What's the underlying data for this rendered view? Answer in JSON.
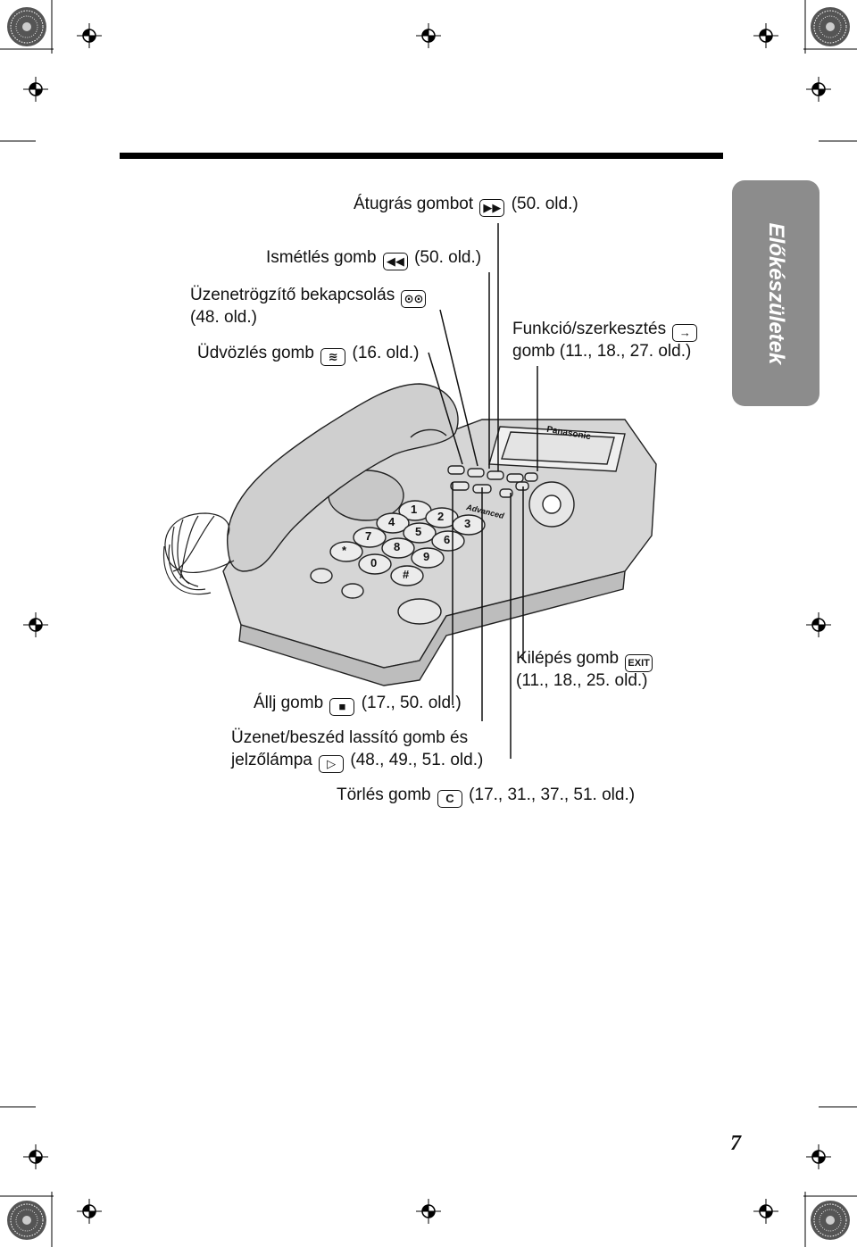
{
  "section_tab": "Előkészületek",
  "page_number": "7",
  "device_brand": "Panasonic",
  "device_badge": "Advanced",
  "labels": {
    "skip": {
      "pre": "Átugrás gombot",
      "key": "▶▶",
      "post": "(50. old.)"
    },
    "repeat": {
      "pre": "Ismétlés gomb",
      "key": "◀◀",
      "post": "(50. old.)"
    },
    "answering_line1": {
      "pre": "Üzenetrögzítő bekapcsolás",
      "key": "⊙⊙"
    },
    "answering_line2": "(48. old.)",
    "greeting": {
      "pre": "Üdvözlés gomb",
      "key": "≋",
      "post": "(16. old.)"
    },
    "function_line1": {
      "pre": "Funkció/szerkesztés",
      "key": "→"
    },
    "function_line2": "gomb (11., 18., 27. old.)",
    "exit_line1": {
      "pre": "Kilépés gomb",
      "key": "EXIT"
    },
    "exit_line2": "(11., 18., 25. old.)",
    "stop": {
      "pre": "Állj gomb",
      "key": "■",
      "post": "(17., 50. old.)"
    },
    "slow_line1": "Üzenet/beszéd lassító gomb és",
    "slow_line2": {
      "pre": "jelzőlámpa",
      "key": "▷",
      "post": "(48., 49., 51. old.)"
    },
    "clear": {
      "pre": "Törlés gomb",
      "key": "C",
      "post": "(17., 31., 37., 51. old.)"
    }
  },
  "keypad": [
    "1",
    "2",
    "3",
    "4",
    "5",
    "6",
    "7",
    "8",
    "9",
    "*",
    "0",
    "#"
  ]
}
